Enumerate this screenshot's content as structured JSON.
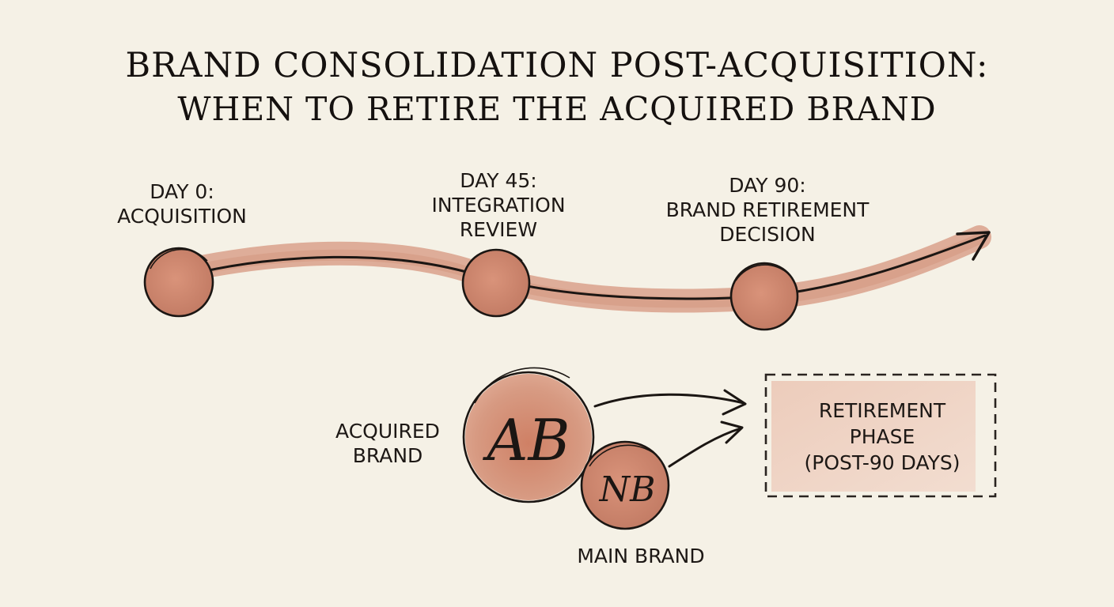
{
  "title": {
    "line1": "BRAND CONSOLIDATION POST-ACQUISITION:",
    "line2": "WHEN TO RETIRE THE ACQUIRED BRAND"
  },
  "milestones": [
    {
      "line1": "DAY 0:",
      "line2": "ACQUISITION",
      "line3": ""
    },
    {
      "line1": "DAY 45:",
      "line2": "INTEGRATION",
      "line3": "REVIEW"
    },
    {
      "line1": "DAY 90:",
      "line2": "BRAND RETIREMENT",
      "line3": "DECISION"
    }
  ],
  "acquired_brand": {
    "label_line1": "ACQUIRED",
    "label_line2": "BRAND",
    "monogram": "AB"
  },
  "main_brand": {
    "label": "MAIN BRAND",
    "monogram": "NB"
  },
  "retirement": {
    "line1": "RETIREMENT",
    "line2": "PHASE",
    "line3": "(POST-90 DAYS)"
  },
  "colors": {
    "paper": "#f5f1e6",
    "ink": "#1b1613",
    "terracotta": "#cf8a73",
    "terracotta_dark": "#c37a63",
    "wash": "#efd2c3"
  }
}
